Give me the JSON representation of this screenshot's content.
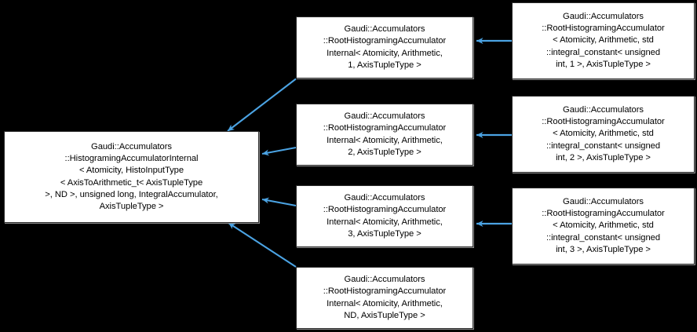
{
  "diagram": {
    "type": "uml-inheritance-graph",
    "title": "Gaudi::Accumulators::HistogramingAccumulatorInternal inheritance diagram",
    "background_color": "#000000",
    "node_fill_color": "#ffffff",
    "node_border_color": "#2b2b2b",
    "node_text_color": "#000000",
    "arrow_color": "#4ba3e3",
    "nodes": [
      {
        "id": "base",
        "label": "Gaudi::Accumulators\n::HistogramingAccumulatorInternal\n< Atomicity, HistoInputType\n< AxisToArithmetic_t< AxisTupleType\n >, ND >, unsigned long, IntegralAccumulator,\nAxisTupleType >",
        "column": "left"
      },
      {
        "id": "mid1",
        "label": "Gaudi::Accumulators\n::RootHistogramingAccumulator\nInternal< Atomicity, Arithmetic,\n1, AxisTupleType >",
        "column": "middle"
      },
      {
        "id": "mid2",
        "label": "Gaudi::Accumulators\n::RootHistogramingAccumulator\nInternal< Atomicity, Arithmetic,\n2, AxisTupleType >",
        "column": "middle"
      },
      {
        "id": "mid3",
        "label": "Gaudi::Accumulators\n::RootHistogramingAccumulator\nInternal< Atomicity, Arithmetic,\n3, AxisTupleType >",
        "column": "middle"
      },
      {
        "id": "midnd",
        "label": "Gaudi::Accumulators\n::RootHistogramingAccumulator\nInternal< Atomicity, Arithmetic,\nND, AxisTupleType >",
        "column": "middle"
      },
      {
        "id": "right1",
        "label": "Gaudi::Accumulators\n::RootHistogramingAccumulator\n< Atomicity, Arithmetic, std\n::integral_constant< unsigned\nint, 1 >, AxisTupleType >",
        "column": "right"
      },
      {
        "id": "right2",
        "label": "Gaudi::Accumulators\n::RootHistogramingAccumulator\n< Atomicity, Arithmetic, std\n::integral_constant< unsigned\nint, 2 >, AxisTupleType >",
        "column": "right"
      },
      {
        "id": "right3",
        "label": "Gaudi::Accumulators\n::RootHistogramingAccumulator\n< Atomicity, Arithmetic, std\n::integral_constant< unsigned\nint, 3 >, AxisTupleType >",
        "column": "right"
      }
    ],
    "edges": [
      {
        "from": "mid1",
        "to": "base",
        "kind": "inheritance"
      },
      {
        "from": "mid2",
        "to": "base",
        "kind": "inheritance"
      },
      {
        "from": "mid3",
        "to": "base",
        "kind": "inheritance"
      },
      {
        "from": "midnd",
        "to": "base",
        "kind": "inheritance"
      },
      {
        "from": "right1",
        "to": "mid1",
        "kind": "inheritance"
      },
      {
        "from": "right2",
        "to": "mid2",
        "kind": "inheritance"
      },
      {
        "from": "right3",
        "to": "mid3",
        "kind": "inheritance"
      }
    ]
  }
}
